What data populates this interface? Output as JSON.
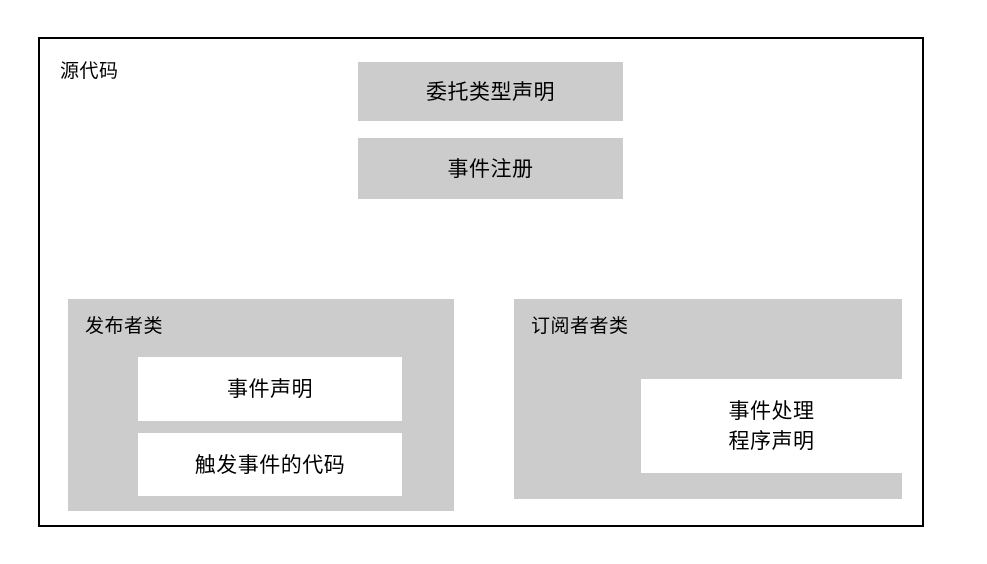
{
  "diagram": {
    "title": "源代码",
    "top_blocks": [
      {
        "label": "委托类型声明"
      },
      {
        "label": "事件注册"
      }
    ],
    "publisher": {
      "title": "发布者类",
      "blocks": [
        {
          "label": "事件声明"
        },
        {
          "label": "触发事件的代码"
        }
      ]
    },
    "subscriber": {
      "title": "订阅者者类",
      "blocks": [
        {
          "line1": "事件处理",
          "line2": "程序声明"
        }
      ]
    },
    "colors": {
      "block_fill": "#cccccc",
      "inner_fill": "#ffffff",
      "border": "#000000",
      "background": "#ffffff",
      "text": "#000000"
    }
  }
}
